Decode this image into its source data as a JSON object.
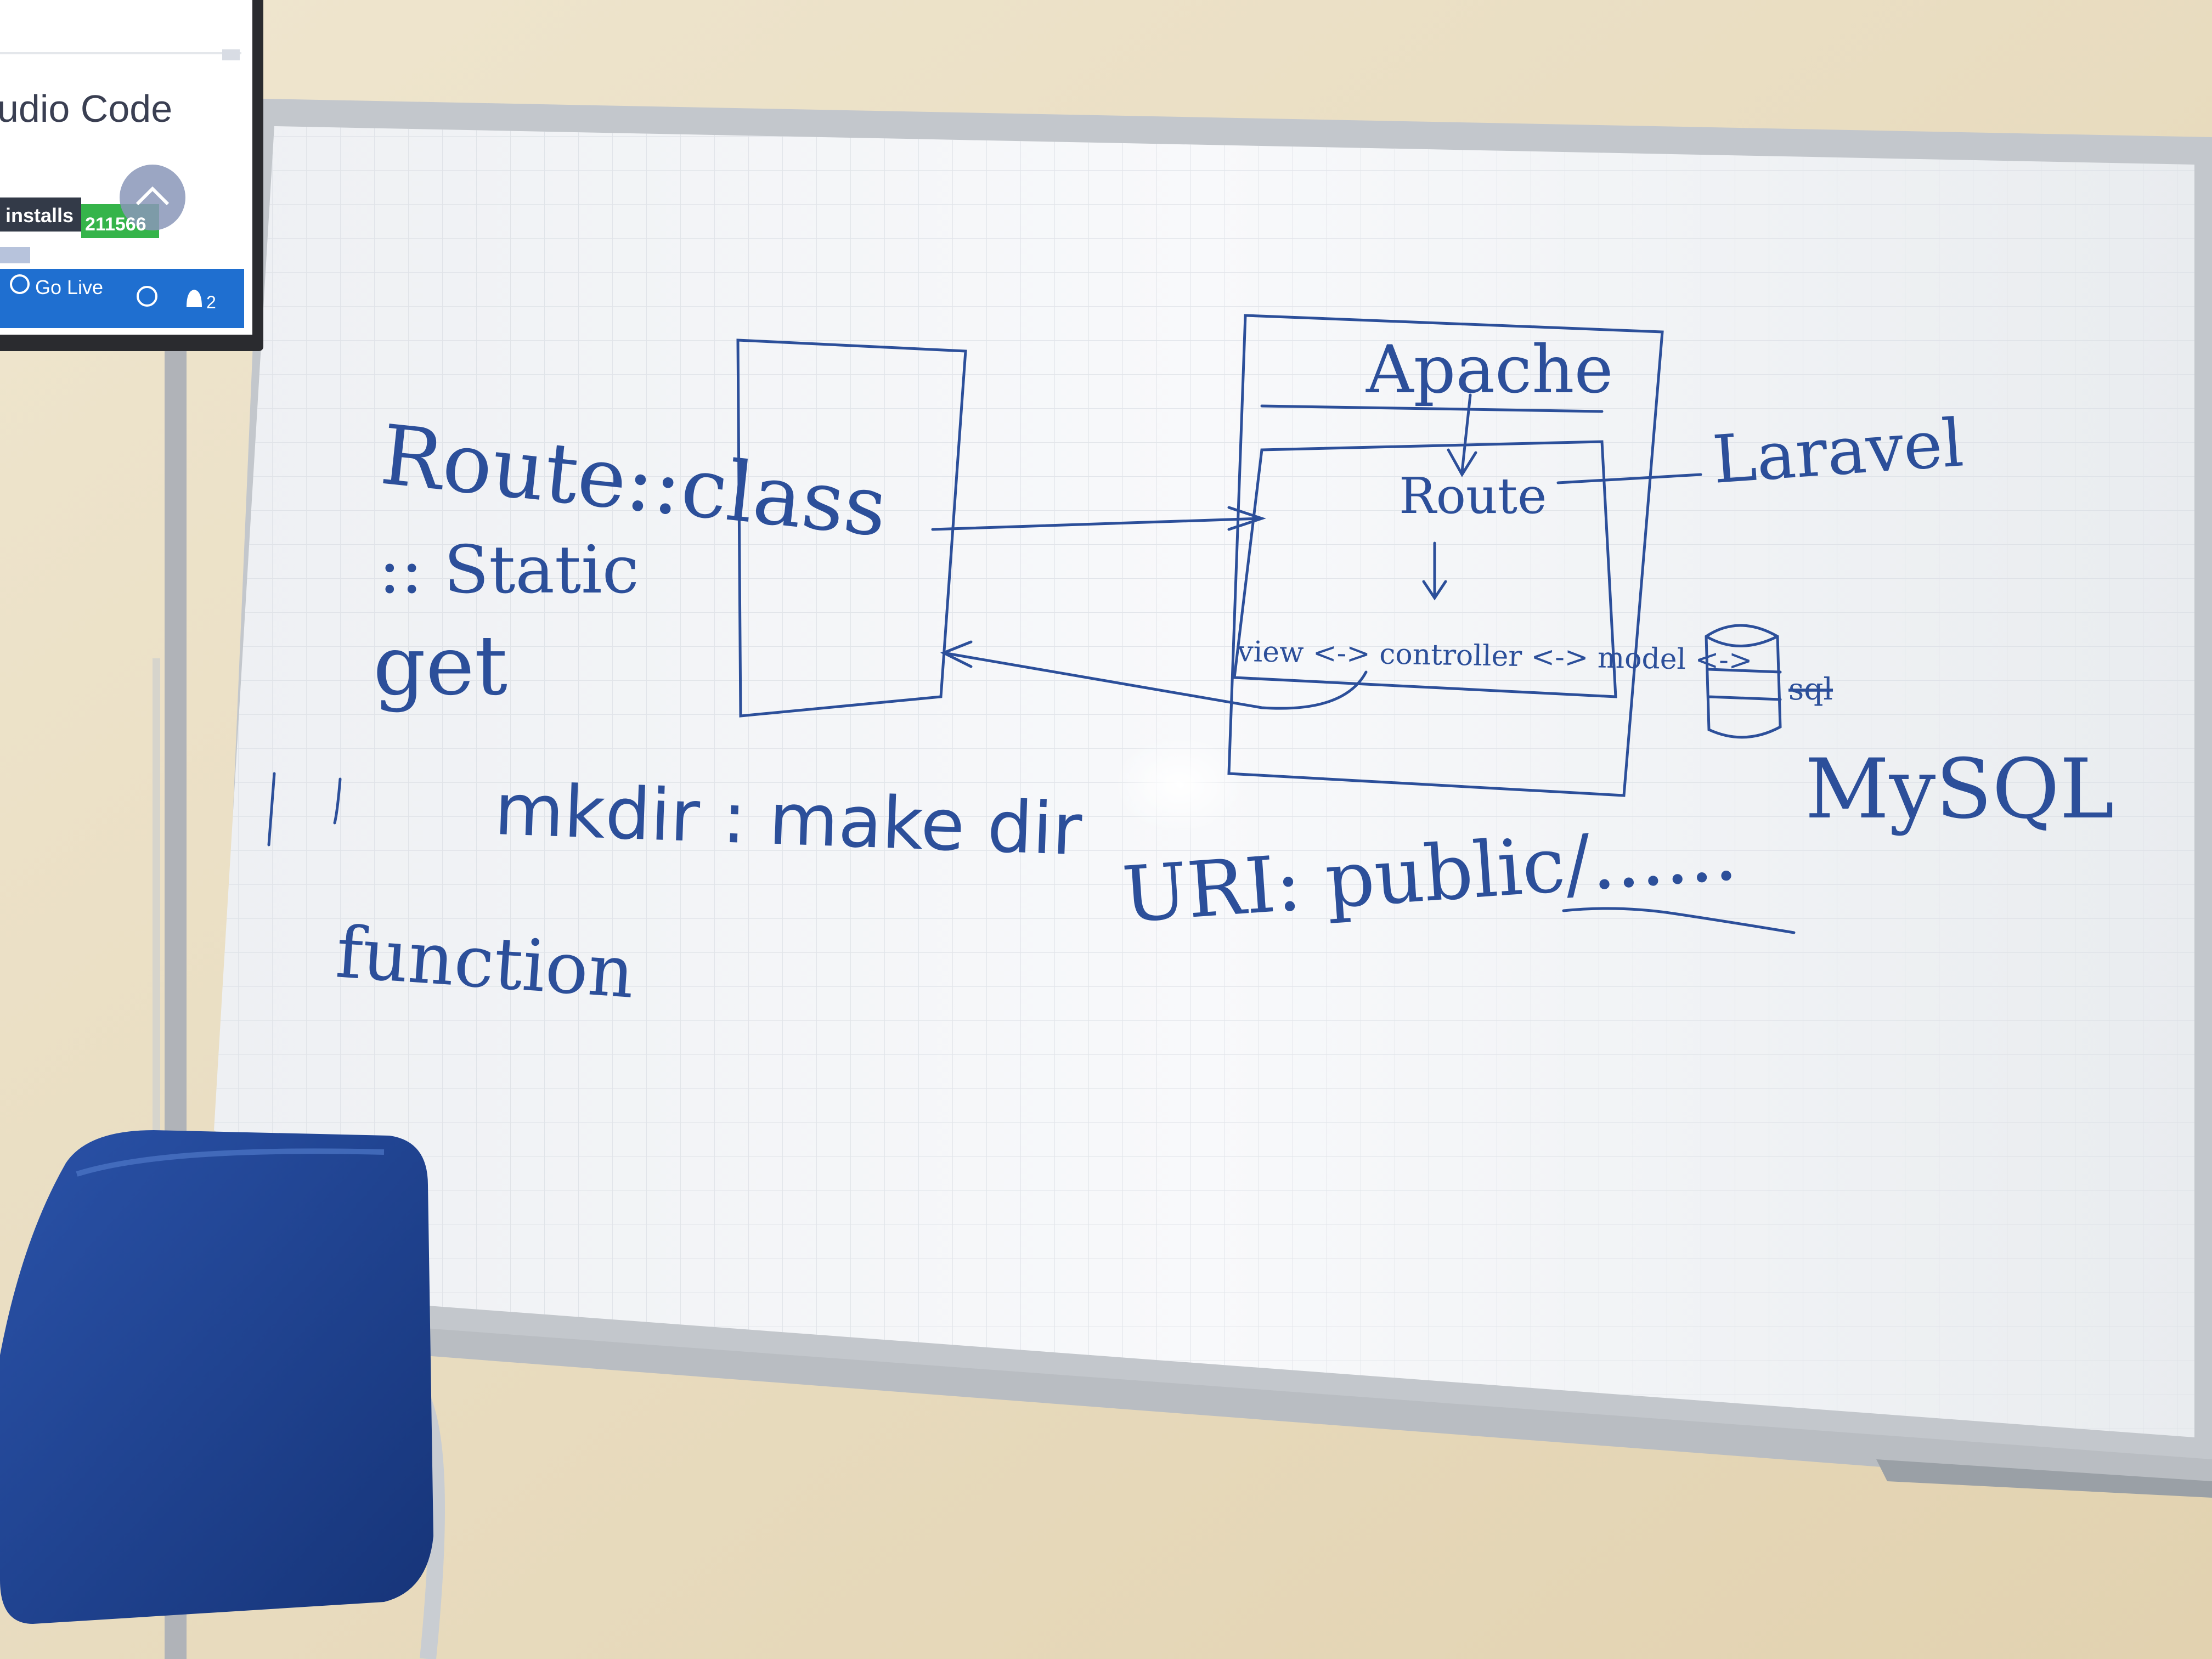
{
  "monitor": {
    "code_title": "udio Code",
    "installs_label": "installs",
    "installs_count": "211566",
    "go_live": "Go Live",
    "notifications_count": "2",
    "icons": [
      "broadcast-icon",
      "smiley-icon",
      "bell-icon",
      "chevron-up-icon"
    ]
  },
  "whiteboard": {
    "left_notes": {
      "route_class": "Route::class",
      "static": ":: Static",
      "get": "get",
      "function": "function",
      "mkdir": "mkdir : make dir"
    },
    "diagram": {
      "apache": "Apache",
      "laravel": "Laravel",
      "route": "Route",
      "mvc": "view <-> controller <-> model <->",
      "mysql": "MySQL",
      "sql_struck": "sql"
    },
    "uri": "URI: public/......"
  },
  "colors": {
    "marker": "#2c4f9a",
    "board": "#f4f5f7",
    "frame": "#c8cbd0",
    "wall": "#e9dcc0",
    "chair": "#1f3f8f",
    "monitor_bar": "#1f6fd0",
    "installs_green": "#35b44a"
  }
}
